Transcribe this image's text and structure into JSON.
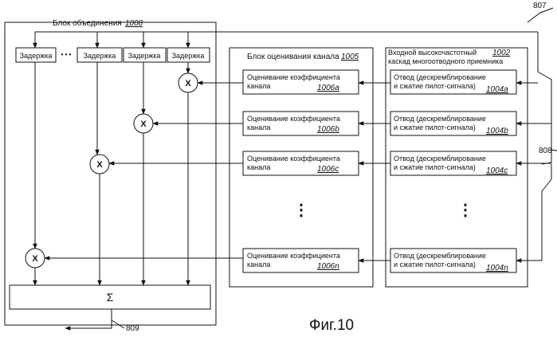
{
  "diagram": {
    "combiner": {
      "title": "Блок объединения",
      "ref": "1008"
    },
    "estimator": {
      "title": "Блок оценивания канала",
      "ref": "1005"
    },
    "frontend": {
      "title_line1": "Входной высокочастотный",
      "title_line2": "каскад многоотводного приемника",
      "ref": "1002"
    },
    "delays": [
      "Задержка",
      "Задержка",
      "Задержка",
      "Задержка"
    ],
    "delay_ellipsis": "• • •",
    "multiplier_symbol": "X",
    "sum_symbol": "Σ",
    "taps": [
      {
        "est_line1": "Оценивание коэффициента",
        "est_line2": "канала",
        "est_ref": "1006a",
        "tap_line1": "Отвод (дескремблирование",
        "tap_line2": "и сжатие пилот-сигнала)",
        "tap_ref": "1004a"
      },
      {
        "est_line1": "Оценивание коэффициента",
        "est_line2": "канала",
        "est_ref": "1006b",
        "tap_line1": "Отвод (дескремблирование",
        "tap_line2": "и сжатие пилот-сигнала)",
        "tap_ref": "1004b"
      },
      {
        "est_line1": "Оценивание коэффициента",
        "est_line2": "канала",
        "est_ref": "1006c",
        "tap_line1": "Отвод (дескремблирование",
        "tap_line2": "и сжатие пилот-сигнала)",
        "tap_ref": "1004c"
      },
      {
        "est_line1": "Оценивание коэффициента",
        "est_line2": "канала",
        "est_ref": "1006n",
        "tap_line1": "Отвод (дескремблирование",
        "tap_line2": "и сжатие пилот-сигнала)",
        "tap_ref": "1004n"
      }
    ],
    "vertical_ellipsis": "⋮",
    "refs": {
      "input": "807",
      "bus": "808",
      "output": "809"
    },
    "caption": "Фиг.10"
  }
}
